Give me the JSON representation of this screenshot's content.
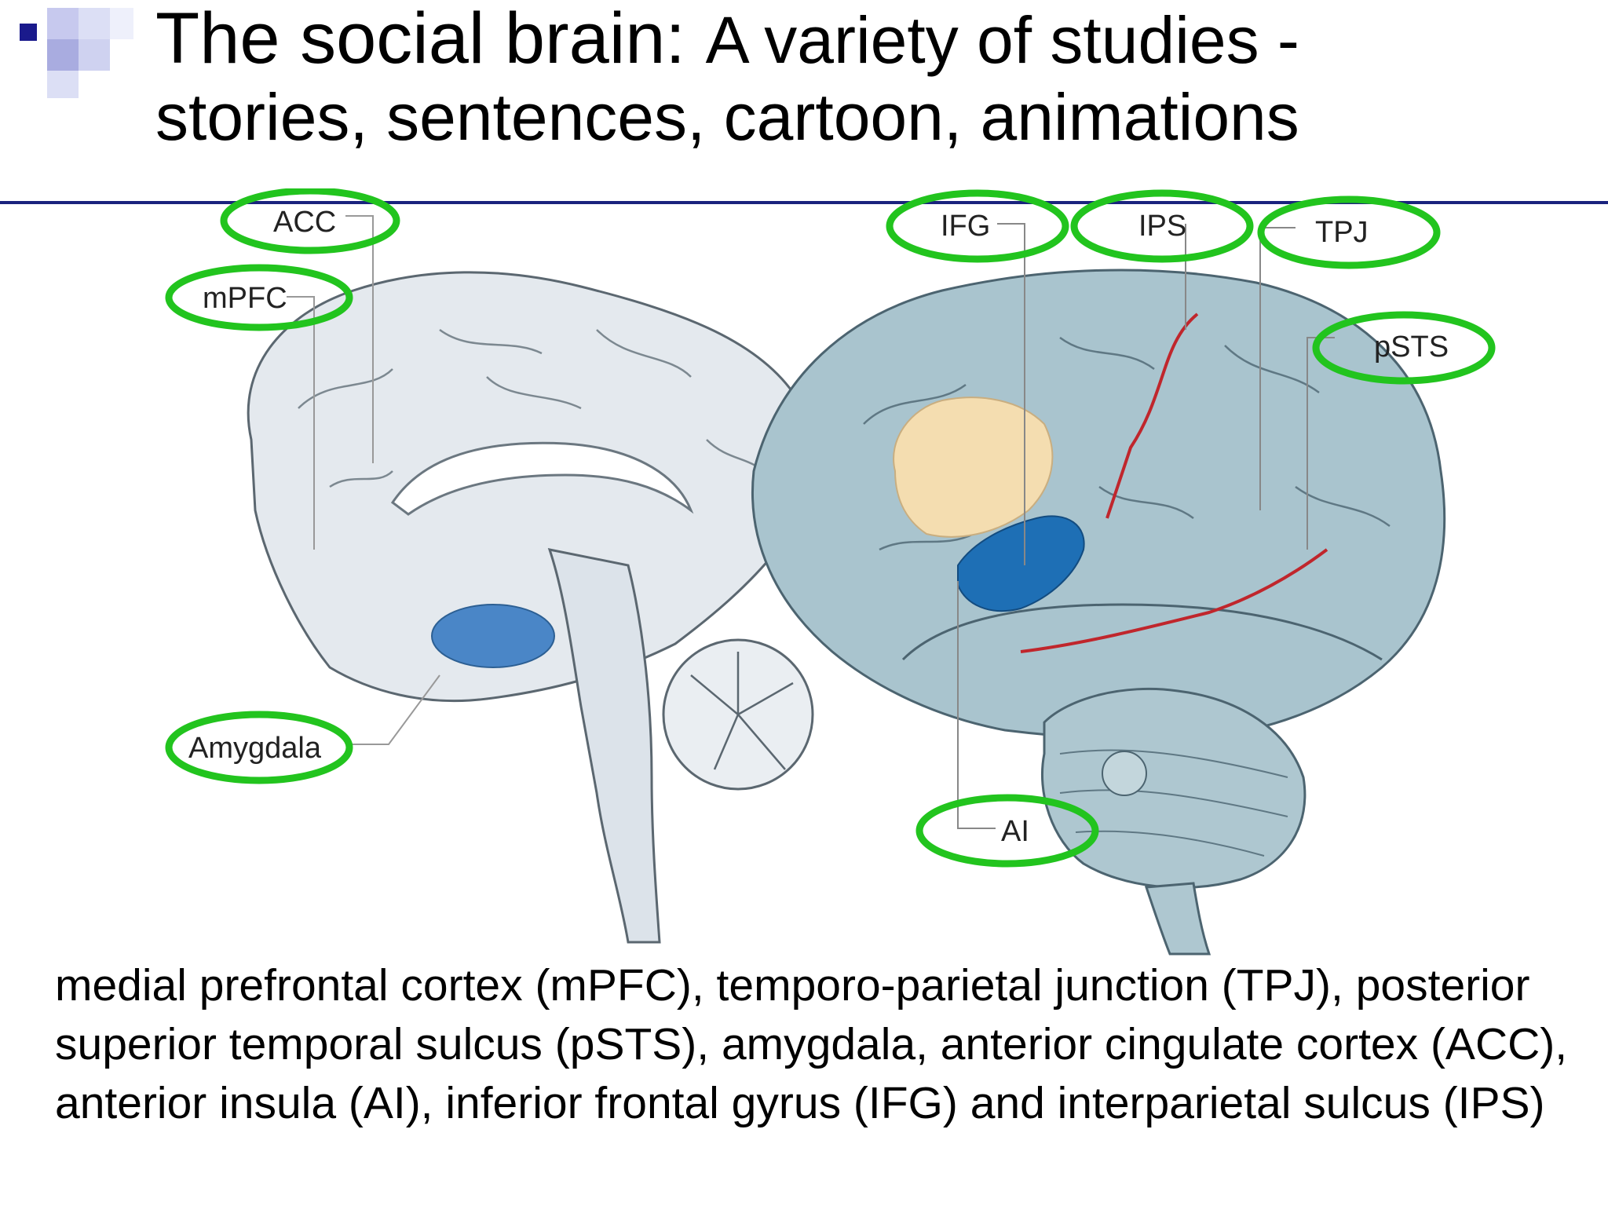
{
  "title": {
    "main": "The social brain:",
    "sub": "A variety of studies -",
    "line2": "stories, sentences, cartoon, animations"
  },
  "labels": {
    "acc": "ACC",
    "mpfc": "mPFC",
    "amygdala": "Amygdala",
    "ifg": "IFG",
    "ips": "IPS",
    "tpj": "TPJ",
    "psts": "pSTS",
    "ai": "AI"
  },
  "caption": "medial prefrontal cortex (mPFC), temporo-parietal junction (TPJ), posterior superior temporal sulcus (pSTS), amygdala, anterior cingulate cortex (ACC), anterior insula (AI), inferior frontal gyrus (IFG) and interparietal sulcus (IPS)",
  "colors": {
    "highlight_ring": "#22c41e",
    "title_rule": "#1a237e",
    "sulcus_line": "#c0262c",
    "region_blue": "#1e6fb5",
    "region_tan": "#f4ddb0"
  }
}
